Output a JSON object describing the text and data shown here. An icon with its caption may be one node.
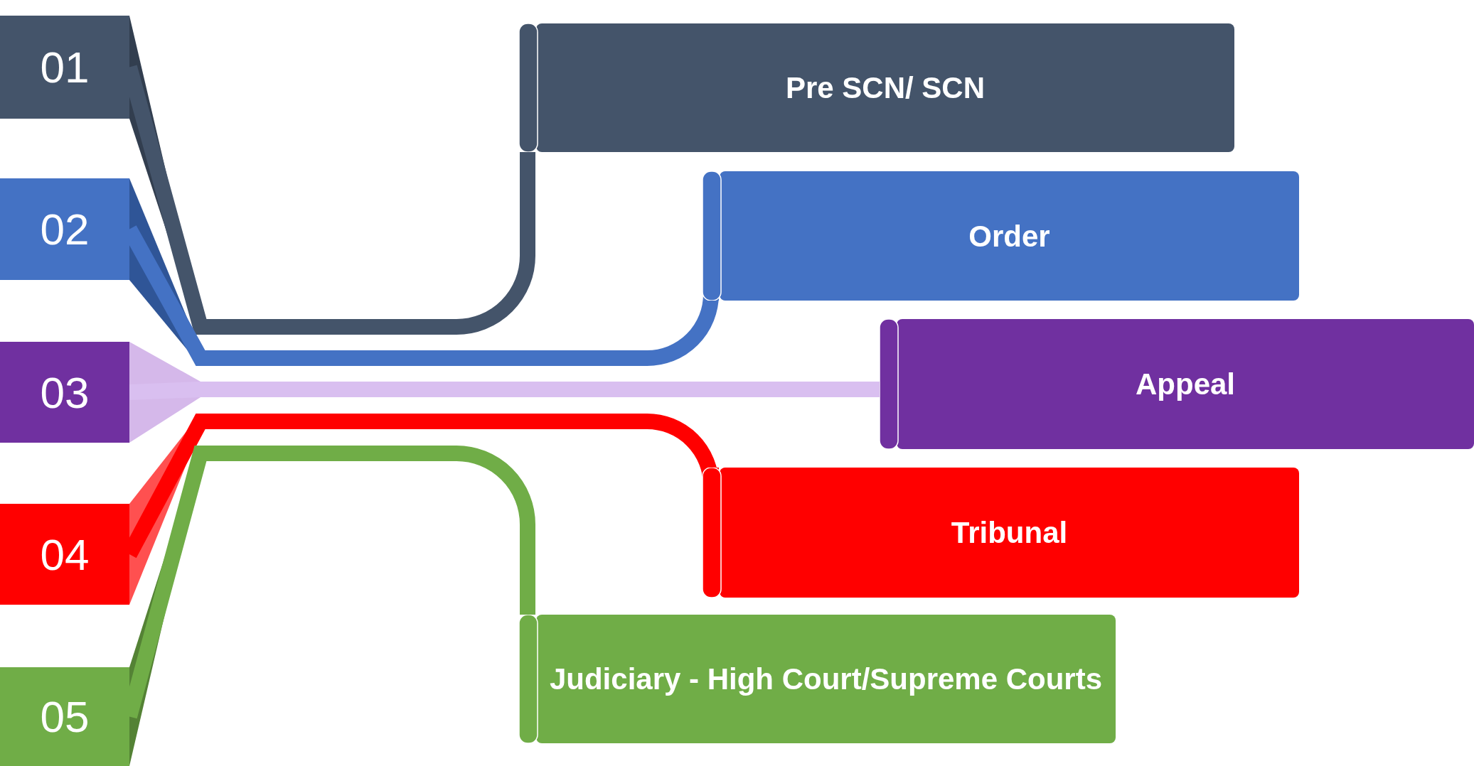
{
  "diagram": {
    "nodes": [
      {
        "text": [
          "01"
        ]
      },
      {
        "text": [
          "02"
        ]
      },
      {
        "text": [
          "03"
        ]
      },
      {
        "text": [
          "04"
        ]
      },
      {
        "text": [
          "05"
        ]
      },
      {
        "text": [
          "Pre SCN/ SCN"
        ]
      },
      {
        "text": [
          "Order"
        ]
      },
      {
        "text": [
          "Appeal"
        ]
      },
      {
        "text": [
          "Tribunal"
        ]
      },
      {
        "text": [
          "Judiciary -  High Court/Supreme Courts"
        ]
      }
    ],
    "edges": [
      {
        "from": 0,
        "to": 5,
        "arrow": "none",
        "color": "#44546a"
      },
      {
        "from": 1,
        "to": 6,
        "arrow": "none",
        "color": "#4472c4"
      },
      {
        "from": 2,
        "to": 7,
        "arrow": "none",
        "color": "#d9bff0"
      },
      {
        "from": 3,
        "to": 8,
        "arrow": "none",
        "color": "#ff0000"
      },
      {
        "from": 4,
        "to": 9,
        "arrow": "none",
        "color": "#70ad47"
      }
    ]
  }
}
